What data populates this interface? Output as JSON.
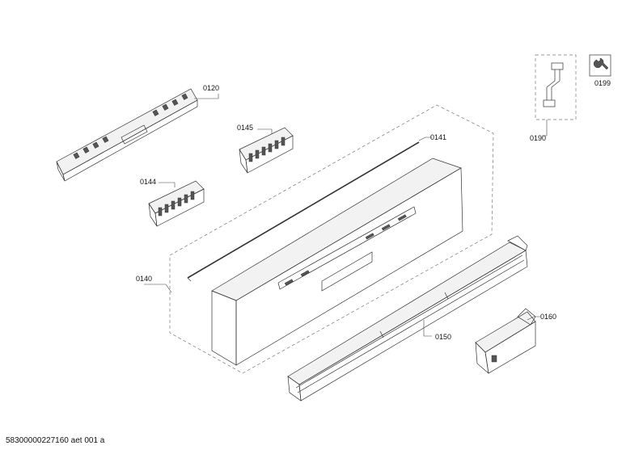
{
  "parts": {
    "p0120": "0120",
    "p0145": "0145",
    "p0141": "0141",
    "p0144": "0144",
    "p0140": "0140",
    "p0150": "0150",
    "p0160": "0160",
    "p0190": "0190",
    "p0199": "0199"
  },
  "footer": {
    "document_id": "58300000227160 aet 001 a"
  },
  "colors": {
    "line": "#333333",
    "dash": "#777777",
    "background": "#ffffff"
  }
}
